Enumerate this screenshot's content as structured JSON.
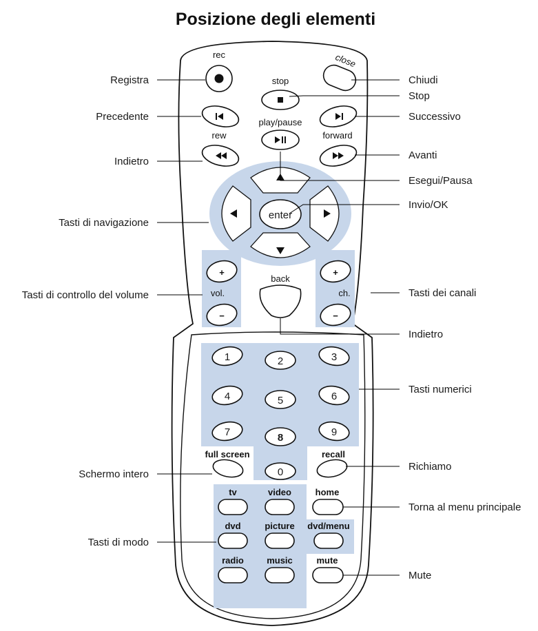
{
  "title": "Posizione degli elementi",
  "remote": {
    "rec": "rec",
    "close": "close",
    "stop": "stop",
    "play_pause": "play/pause",
    "rew": "rew",
    "forward": "forward",
    "enter": "enter",
    "vol": "vol.",
    "ch": "ch.",
    "back": "back",
    "plus": "+",
    "minus": "−",
    "digits": [
      "1",
      "2",
      "3",
      "4",
      "5",
      "6",
      "7",
      "8",
      "9",
      "0"
    ],
    "full_screen": "full screen",
    "recall": "recall",
    "tv": "tv",
    "video": "video",
    "home": "home",
    "dvd": "dvd",
    "picture": "picture",
    "dvd_menu": "dvd/menu",
    "radio": "radio",
    "music": "music",
    "mute": "mute"
  },
  "labels_left": {
    "registra": "Registra",
    "precedente": "Precedente",
    "indietro": "Indietro",
    "navigazione": "Tasti di navigazione",
    "volume": "Tasti di controllo del volume",
    "schermo": "Schermo intero",
    "modo": "Tasti di modo"
  },
  "labels_right": {
    "chiudi": "Chiudi",
    "stop": "Stop",
    "successivo": "Successivo",
    "avanti": "Avanti",
    "esegui": "Esegui/Pausa",
    "invio": "Invio/OK",
    "canali": "Tasti dei canali",
    "indietro": "Indietro",
    "numerici": "Tasti numerici",
    "richiamo": "Richiamo",
    "menu": "Torna al menu principale",
    "mute": "Mute"
  }
}
